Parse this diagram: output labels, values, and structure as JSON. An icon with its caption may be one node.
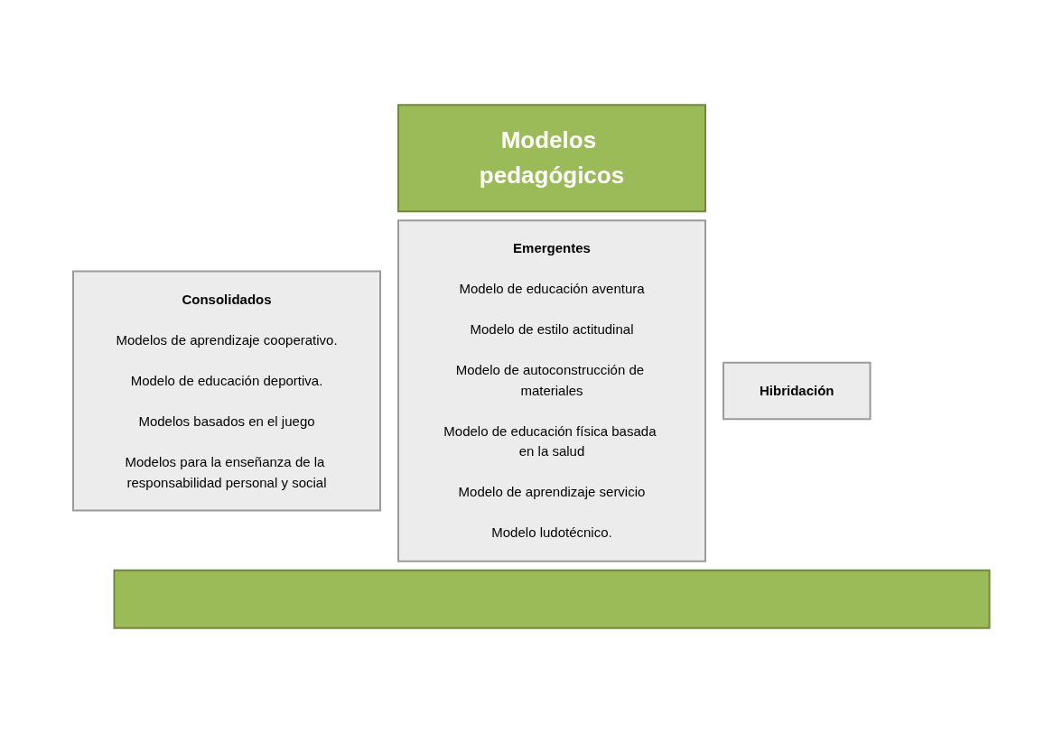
{
  "diagram": {
    "nodes": [
      {
        "text": [
          "Modelos pedagógicos"
        ]
      },
      {
        "text": [
          "Consolidados",
          "Modelos de aprendizaje cooperativo.",
          "Modelo de educación deportiva.",
          "Modelos basados en el juego",
          "Modelos para la enseñanza de la responsabilidad personal y social"
        ]
      },
      {
        "text": [
          "Emergentes",
          "Modelo de educación aventura",
          "Modelo de estilo actitudinal",
          "Modelo de autoconstrucción de materiales",
          "Modelo de educación física basada en la salud",
          "Modelo de aprendizaje servicio",
          "Modelo ludotécnico."
        ]
      },
      {
        "text": [
          "Hibridación"
        ]
      },
      {
        "text": [],
        "shape": "bar"
      }
    ]
  }
}
